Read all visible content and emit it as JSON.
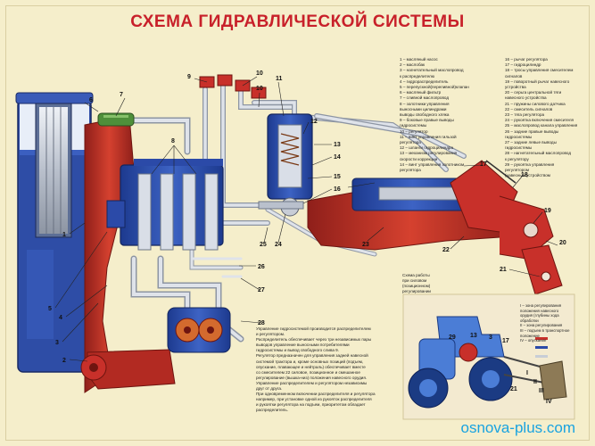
{
  "title": "СХЕМА ГИДРАВЛИЧЕСКОЙ СИСТЕМЫ",
  "legend_left": [
    "1 – масляный насос",
    "2 – маслобак",
    "3 – нагнетательный маслопровод",
    "     к распределителю",
    "4 – гидрораспределитель",
    "5 – перепускной(переливной)клапан",
    "6 – масляный фильтр",
    "7 – сливной маслопровод",
    "8 – золотники управления",
    "     выносными цилиндрами",
    "     выводы свободного хляка",
    "9 – боковые правые выводы",
    "     гидросистемы",
    "10 – регулятор",
    "11 – винт управления гильзой",
    "     регулятора",
    "12 – шланги гидроцилиндра",
    "13 – механизм регулирования",
    "     скорости коррекции",
    "14 – винт управления золотником",
    "     регулятора"
  ],
  "legend_right": [
    "16 – рычаг регулятора",
    "17 – гидроцилиндр",
    "18 – тросы управления смесителем",
    "     сигналов",
    "19 – поворотный рычаг навесного",
    "     устройства",
    "20 – серьга центральной тяги",
    "     навесного устройства",
    "21 – пружины силового датчика",
    "22 – смеситель сигналов",
    "23 – тяга регулятора",
    "24 – рукоятка включения смесителя",
    "25 – маслопровод канала управления",
    "26 – задние правые выводы",
    "     гидросистемы",
    "27 – задние левые выводы",
    "     гидросистемы",
    "28 – нагнетательный маслопровод",
    "     к регулятору",
    "29 – рукоятка управления",
    "     регулятором",
    "     (навесным устройством"
  ],
  "description": [
    "Управление гидросистемой производится распределителем",
    "и регулятором.",
    "Распределитель обеспечивает через три независимых пары",
    "выводов управление выносными потребителями",
    "гидросистемы и вывод свободного слива 9.",
    "Регулятор предназначен для управления задней навесной",
    "системой трактора и, кроме основных позиций (подъем,",
    "опускание, плавающее и нейтраль) обеспечивает вместе",
    "со смесителем 22 силовое, позиционное и смешанное",
    "регулирование (вышка-низ) положения навесного орудия.",
    "Управление распределителем и регулятором независимы",
    "друг от друга.",
    "При одновременном включении распределителя и регулятора",
    "например, при установке одной из рукояток распределителя",
    "и рукоятки регулятора на подъем, приоритетом обладает",
    "распределитель."
  ],
  "inset_title": [
    "Схема работы",
    "при силовом",
    "(позиционном)",
    "регулировании"
  ],
  "inset_legend": [
    "I – зона регулирования",
    "положения навесного",
    "орудия (глубины хода",
    "обработки",
    "II – зона регулирования",
    "III – подъем в транспортное",
    "положение",
    "IV – опускание"
  ],
  "numbers": [
    "1",
    "2",
    "3",
    "4",
    "5",
    "6",
    "7",
    "8",
    "9",
    "10",
    "11",
    "12",
    "13",
    "14",
    "15",
    "16",
    "17",
    "18",
    "19",
    "20",
    "21",
    "22",
    "23",
    "24",
    "25",
    "26",
    "27",
    "28",
    "29"
  ],
  "inset_numbers": [
    "29",
    "13",
    "3",
    "17",
    "21"
  ],
  "roman": [
    "I",
    "II",
    "III",
    "IV"
  ],
  "footer": "osnova-plus.com",
  "colors": {
    "title_red": "#c8202a",
    "oil_blue": "#2b4aa8",
    "body_red": "#c8302a",
    "pipe_gray": "#c8cdd6",
    "background": "#f5eecb",
    "footer_blue": "#19a3e0"
  }
}
